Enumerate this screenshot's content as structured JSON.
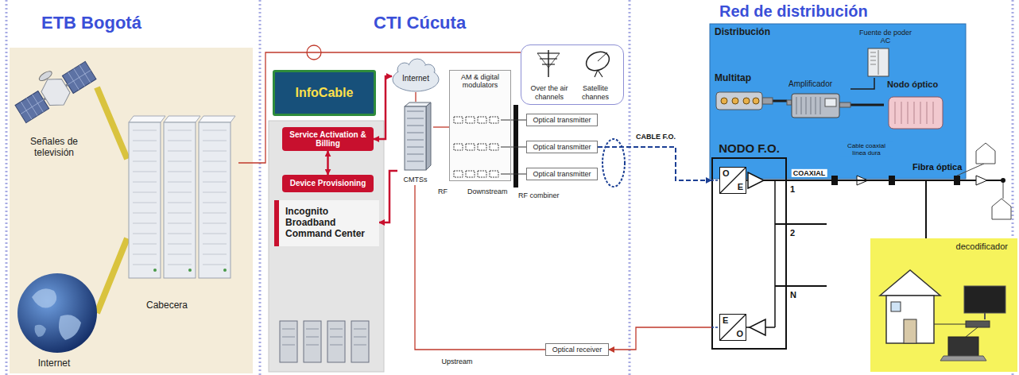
{
  "diagram": {
    "nodes": [
      {
        "text": [
          "Señales de televisión"
        ]
      },
      {
        "text": [
          "Cabecera"
        ]
      },
      {
        "text": [
          "Internet"
        ]
      },
      {
        "text": [
          "Over the air channels",
          "Satellite channes"
        ]
      },
      {
        "text": [
          "InfoCable"
        ]
      },
      {
        "text": [
          "Service Activation & Billing"
        ]
      },
      {
        "text": [
          "Device Provisioning"
        ]
      },
      {
        "text": [
          "Incognito Broadband Command Center"
        ]
      },
      {
        "text": [
          "Internet"
        ]
      },
      {
        "text": [
          "CMTSs"
        ]
      },
      {
        "text": [
          "AM & digital modulators"
        ]
      },
      {
        "text": [
          "Optical transmitter"
        ]
      },
      {
        "text": [
          "Optical transmitter"
        ]
      },
      {
        "text": [
          "Optical transmitter"
        ]
      },
      {
        "text": [
          "RF combiner"
        ]
      },
      {
        "text": [
          "Optical receiver"
        ]
      },
      {
        "text": [
          "Distribución"
        ]
      },
      {
        "text": [
          "Multitap"
        ],
        "in": 16
      },
      {
        "text": [
          "Amplificador"
        ],
        "in": 16
      },
      {
        "text": [
          "Fuente de poder AC"
        ],
        "in": 16
      },
      {
        "text": [
          "Nodo óptico"
        ],
        "in": 16
      },
      {
        "text": [
          "NODO F.O."
        ]
      },
      {
        "text": [
          "O",
          "E"
        ],
        "in": 21
      },
      {
        "text": [
          "E",
          "O"
        ],
        "in": 21
      },
      {
        "text": [
          "decodificador"
        ]
      }
    ],
    "edges": [
      {
        "from": 0,
        "to": 1,
        "arrow": "none"
      },
      {
        "from": 2,
        "to": 1,
        "arrow": "none"
      },
      {
        "from": 1,
        "to": 3,
        "arrow": "none"
      },
      {
        "from": 5,
        "to": 8,
        "arrow": "both"
      },
      {
        "from": 5,
        "to": 6,
        "arrow": "both"
      },
      {
        "from": 9,
        "to": 7,
        "arrow": "to"
      },
      {
        "from": 8,
        "to": 9,
        "arrow": "none"
      },
      {
        "from": 9,
        "to": 10,
        "arrow": "none"
      },
      {
        "from": 10,
        "to": 11,
        "arrow": "none"
      },
      {
        "from": 10,
        "to": 12,
        "arrow": "none"
      },
      {
        "from": 10,
        "to": 13,
        "arrow": "none"
      },
      {
        "from": 12,
        "to": 21,
        "label": "CABLE F.O.",
        "arrow": "to"
      },
      {
        "from": 21,
        "to": 15,
        "arrow": "to"
      },
      {
        "from": 15,
        "to": 9,
        "label": "Upstream",
        "arrow": "none"
      },
      {
        "from": 17,
        "to": 18,
        "arrow": "none"
      },
      {
        "from": 18,
        "to": 20,
        "label": "Cable coaxial línea dura",
        "arrow": "none"
      },
      {
        "from": 19,
        "to": 18,
        "arrow": "none"
      },
      {
        "from": 21,
        "to": 24,
        "label": "COAXIAL",
        "arrow": "none"
      }
    ],
    "labels": [
      "ETB Bogotá",
      "CTI Cúcuta",
      "Red de distribución",
      "Fibra óptica",
      "Downstream",
      "RF",
      "1",
      "2",
      "N"
    ]
  }
}
